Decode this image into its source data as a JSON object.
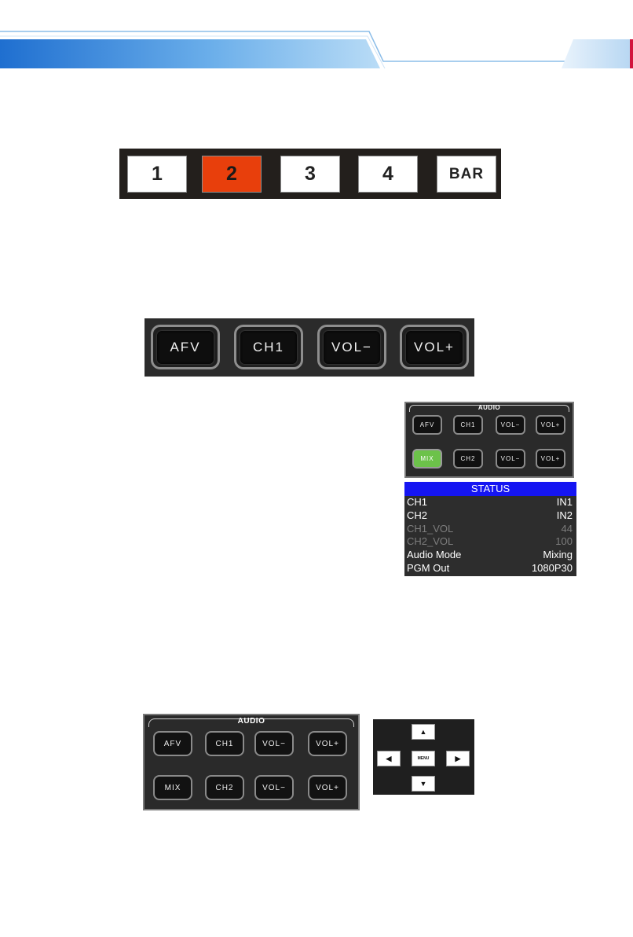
{
  "preview_sources": [
    "1",
    "2",
    "3",
    "4",
    "BAR"
  ],
  "preview_active_index": 1,
  "audio_large": [
    "AFV",
    "CH1",
    "VOL−",
    "VOL+"
  ],
  "audio_panel_small": {
    "title": "AUDIO",
    "row1": [
      "AFV",
      "CH1",
      "VOL−",
      "VOL+"
    ],
    "row2": [
      "MIX",
      "CH2",
      "VOL−",
      "VOL+"
    ]
  },
  "status": {
    "title": "STATUS",
    "rows": [
      {
        "label": "CH1",
        "value": "IN1"
      },
      {
        "label": "CH2",
        "value": "IN2"
      },
      {
        "label": "CH1_VOL",
        "value": "44"
      },
      {
        "label": "CH2_VOL",
        "value": "100"
      },
      {
        "label": "Audio Mode",
        "value": "Mixing"
      },
      {
        "label": "PGM Out",
        "value": "1080P30"
      }
    ]
  },
  "audio_panel_bottom": {
    "title": "AUDIO",
    "row1": [
      "AFV",
      "CH1",
      "VOL−",
      "VOL+"
    ],
    "row2": [
      "MIX",
      "CH2",
      "VOL−",
      "VOL+"
    ]
  },
  "nav": {
    "up": "▲",
    "down": "▼",
    "left": "◀",
    "right": "▶",
    "menu": "MENU"
  },
  "colors": {
    "preview_active": "#e83f0c",
    "mix_active": "#6cc24a",
    "status_header": "#1515f2",
    "banner_blue": "#2f7ed8"
  }
}
